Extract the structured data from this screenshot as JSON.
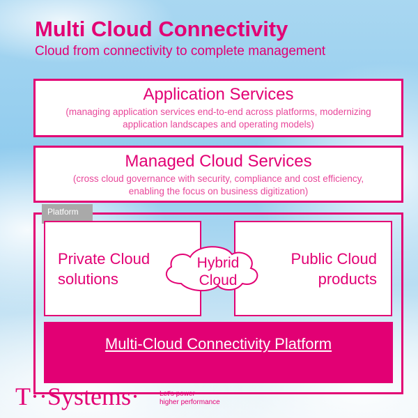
{
  "header": {
    "title": "Multi Cloud Connectivity",
    "subtitle": "Cloud from connectivity to complete management"
  },
  "layers": [
    {
      "title": "Application Services",
      "description": "(managing application services end-to-end across platforms, modernizing application landscapes and operating models)"
    },
    {
      "title": "Managed Cloud Services",
      "description": "(cross cloud governance with security, compliance and cost efficiency, enabling the focus on business digitization)"
    }
  ],
  "platform": {
    "tag": "Platform",
    "private": [
      "Private Cloud",
      "solutions"
    ],
    "hybrid": [
      "Hybrid",
      "Cloud"
    ],
    "public": [
      "Public Cloud",
      "products"
    ],
    "bar": "Multi-Cloud Connectivity Platform"
  },
  "logo": {
    "brand": "T··Systems·",
    "tagline_1": "Let's power",
    "tagline_2": "higher performance"
  },
  "colors": {
    "accent": "#e20074",
    "tag": "#a9a9a9"
  }
}
